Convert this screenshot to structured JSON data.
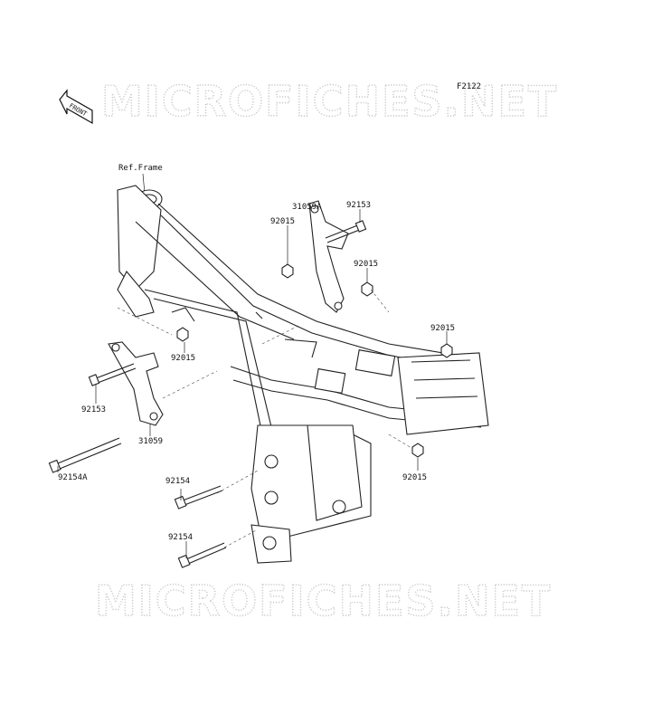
{
  "diagram": {
    "code": "F2122",
    "ref_label": "Ref.Frame",
    "front_arrow_text": "FRONT",
    "watermark_top": "MICROFICHES.NET",
    "watermark_bottom": "MICROFICHES.NET",
    "callouts": [
      {
        "id": "c1",
        "text": "31059A"
      },
      {
        "id": "c2",
        "text": "92153"
      },
      {
        "id": "c3",
        "text": "92015"
      },
      {
        "id": "c4",
        "text": "92015"
      },
      {
        "id": "c5",
        "text": "92015"
      },
      {
        "id": "c6",
        "text": "92015"
      },
      {
        "id": "c7",
        "text": "92153"
      },
      {
        "id": "c8",
        "text": "31059"
      },
      {
        "id": "c9",
        "text": "92154A"
      },
      {
        "id": "c10",
        "text": "92154"
      },
      {
        "id": "c11",
        "text": "92154"
      },
      {
        "id": "c12",
        "text": "92015"
      }
    ]
  }
}
